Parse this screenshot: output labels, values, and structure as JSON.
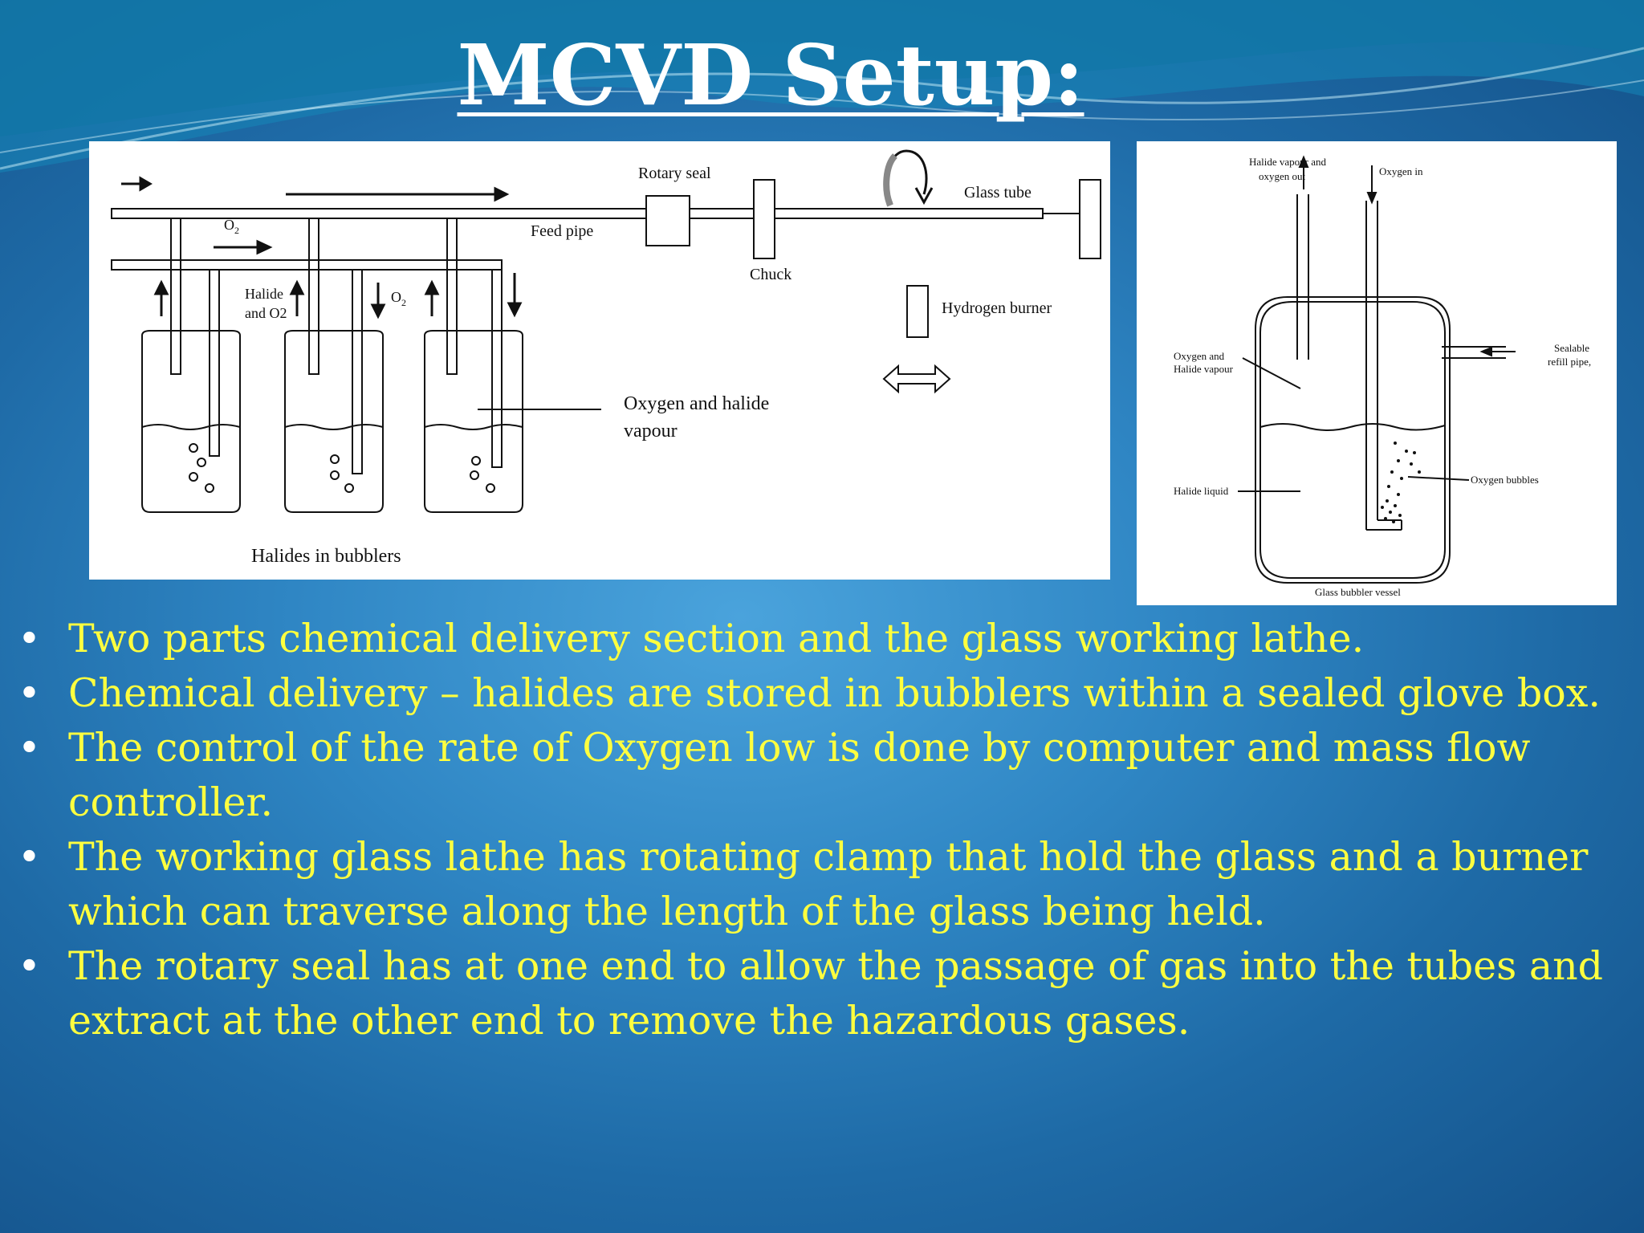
{
  "title": "MCVD Setup:",
  "diagram_left": {
    "rotary_seal": "Rotary seal",
    "glass_tube": "Glass tube",
    "feed_pipe": "Feed pipe",
    "chuck": "Chuck",
    "hydrogen_burner": "Hydrogen burner",
    "o2_a": "O",
    "o2_a_sub": "2",
    "o2_b": "O",
    "o2_b_sub": "2",
    "halide_o2_line1": "Halide",
    "halide_o2_line2": "and O2",
    "oxygen_halide_line1": "Oxygen and halide",
    "oxygen_halide_line2": "vapour",
    "halides_in_bubblers": "Halides in bubblers"
  },
  "diagram_right": {
    "halide_out_line1": "Halide vapour and",
    "halide_out_line2": "oxygen out",
    "oxygen_in": "Oxygen in",
    "oxy_halide_vapour_line1": "Oxygen and",
    "oxy_halide_vapour_line2": "Halide vapour",
    "sealable_line1": "Sealable",
    "sealable_line2": "refill pipe,",
    "oxygen_bubbles": "Oxygen bubbles",
    "halide_liquid": "Halide liquid",
    "glass_bubbler_vessel": "Glass bubbler vessel"
  },
  "bullet_marker": "•",
  "bullets": [
    "Two parts chemical delivery section and the glass working lathe.",
    "Chemical delivery – halides are stored in bubblers within a sealed glove box.",
    "The control of the rate of Oxygen low is done by computer  and mass flow controller.",
    "The working glass lathe has rotating clamp that hold the glass and a burner which can traverse along the length of the glass being held.",
    "The rotary seal has at one end to allow  the passage of gas into the tubes and extract at the other end to remove the hazardous gases."
  ]
}
